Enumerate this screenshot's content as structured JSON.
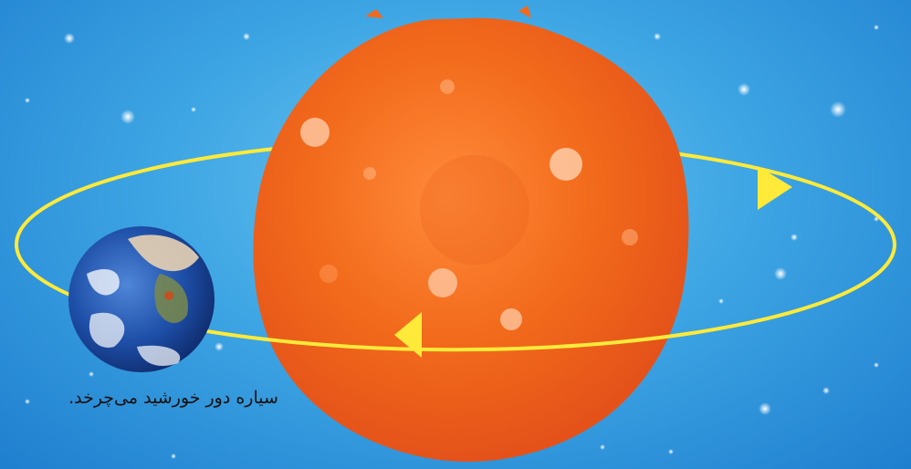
{
  "caption": "سیاره دور خورشید می‌چرخد.",
  "colors": {
    "sky": "#3ea6e4",
    "sun": "#f26a1b",
    "orbit": "#ffea3a",
    "earth_ocean": "#1e4fa8"
  },
  "objects": {
    "sun": "sun",
    "earth": "earth",
    "orbit": "orbit-ellipse",
    "arrows": [
      "orbit-arrow-right",
      "orbit-arrow-bottom"
    ]
  }
}
